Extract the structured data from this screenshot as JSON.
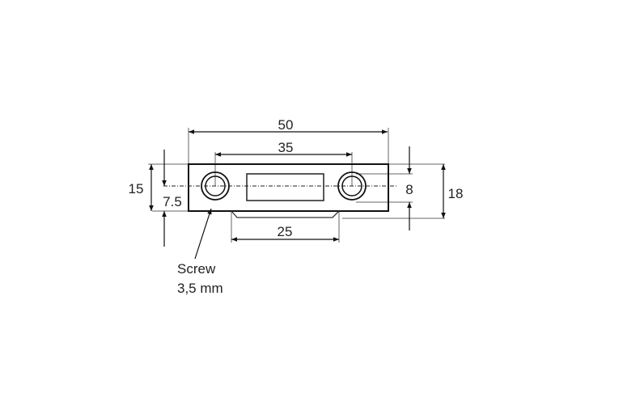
{
  "dimensions": {
    "overall_length": "50",
    "hole_spacing": "35",
    "foot_length": "25",
    "plate_height": "15",
    "center_offset": "7.5",
    "hole_diameter": "8",
    "overall_height": "18"
  },
  "callout": {
    "line1": "Screw",
    "line2": "3,5 mm"
  },
  "colors": {
    "line": "#1a1a1a",
    "ext": "#555555"
  }
}
